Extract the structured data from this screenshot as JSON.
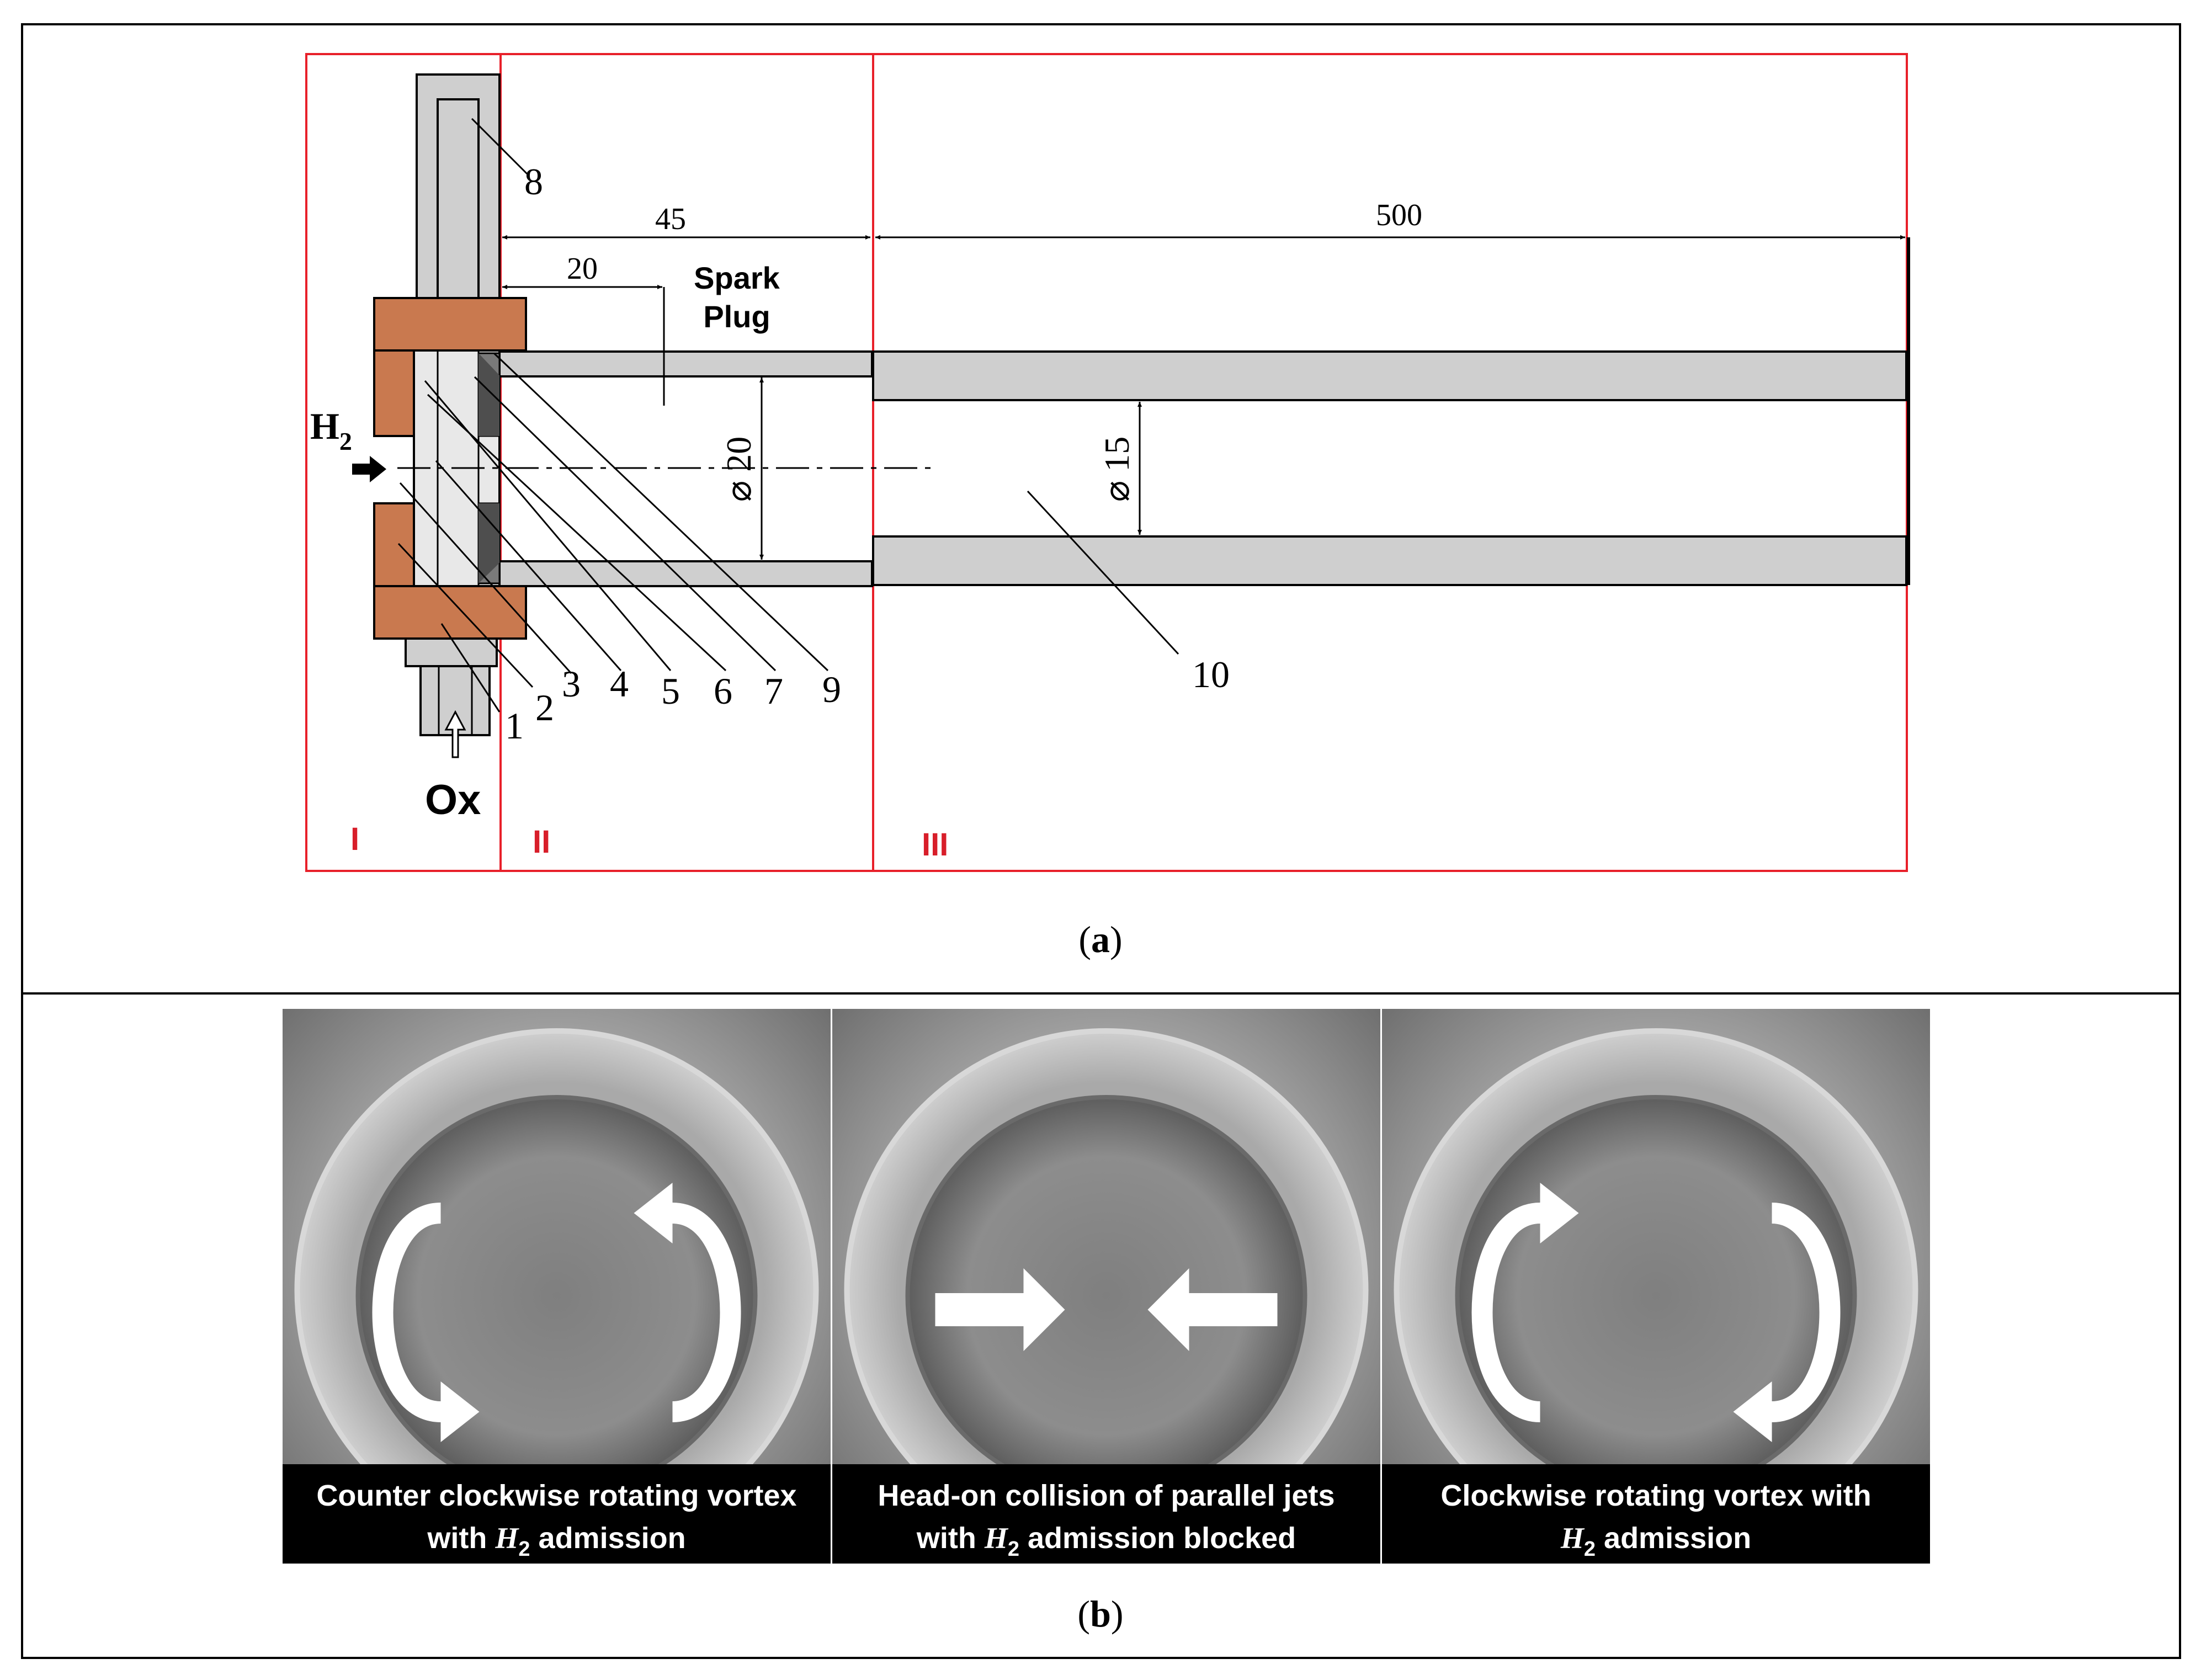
{
  "panel_a": {
    "caption_prefix": "(",
    "caption_letter": "a",
    "caption_suffix": ")",
    "region_labels": [
      "I",
      "II",
      "III"
    ],
    "dimensions": {
      "len_45": "45",
      "len_20": "20",
      "len_500": "500",
      "dia_20": "⌀ 20",
      "dia_15": "⌀ 15"
    },
    "spark_plug": [
      "Spark",
      "Plug"
    ],
    "fuel": {
      "symbol": "H",
      "subscript": "2"
    },
    "oxidizer": "Ox",
    "part_numbers": [
      "1",
      "2",
      "3",
      "4",
      "5",
      "6",
      "7",
      "8",
      "9",
      "10"
    ],
    "colors": {
      "region_frame": "#e8202a",
      "copper": "#c9794f",
      "tube_gray": "#cfcfcf",
      "region_label": "#d81e2a"
    }
  },
  "panel_b": {
    "caption_prefix": "(",
    "caption_letter": "b",
    "caption_suffix": ")",
    "photos": [
      {
        "line1": "Counter clockwise rotating vortex",
        "line2_pre": "with ",
        "var": "H",
        "sub": "2",
        "line2_post": " admission",
        "motion": "counter-clockwise-vortex"
      },
      {
        "line1": "Head-on collision of parallel jets",
        "line2_pre": "with ",
        "var": "H",
        "sub": "2",
        "line2_post": " admission blocked",
        "motion": "head-on-collision"
      },
      {
        "line1": "Clockwise rotating vortex with",
        "line2_pre": "",
        "var": "H",
        "sub": "2",
        "line2_post": " admission",
        "motion": "clockwise-vortex"
      }
    ]
  }
}
